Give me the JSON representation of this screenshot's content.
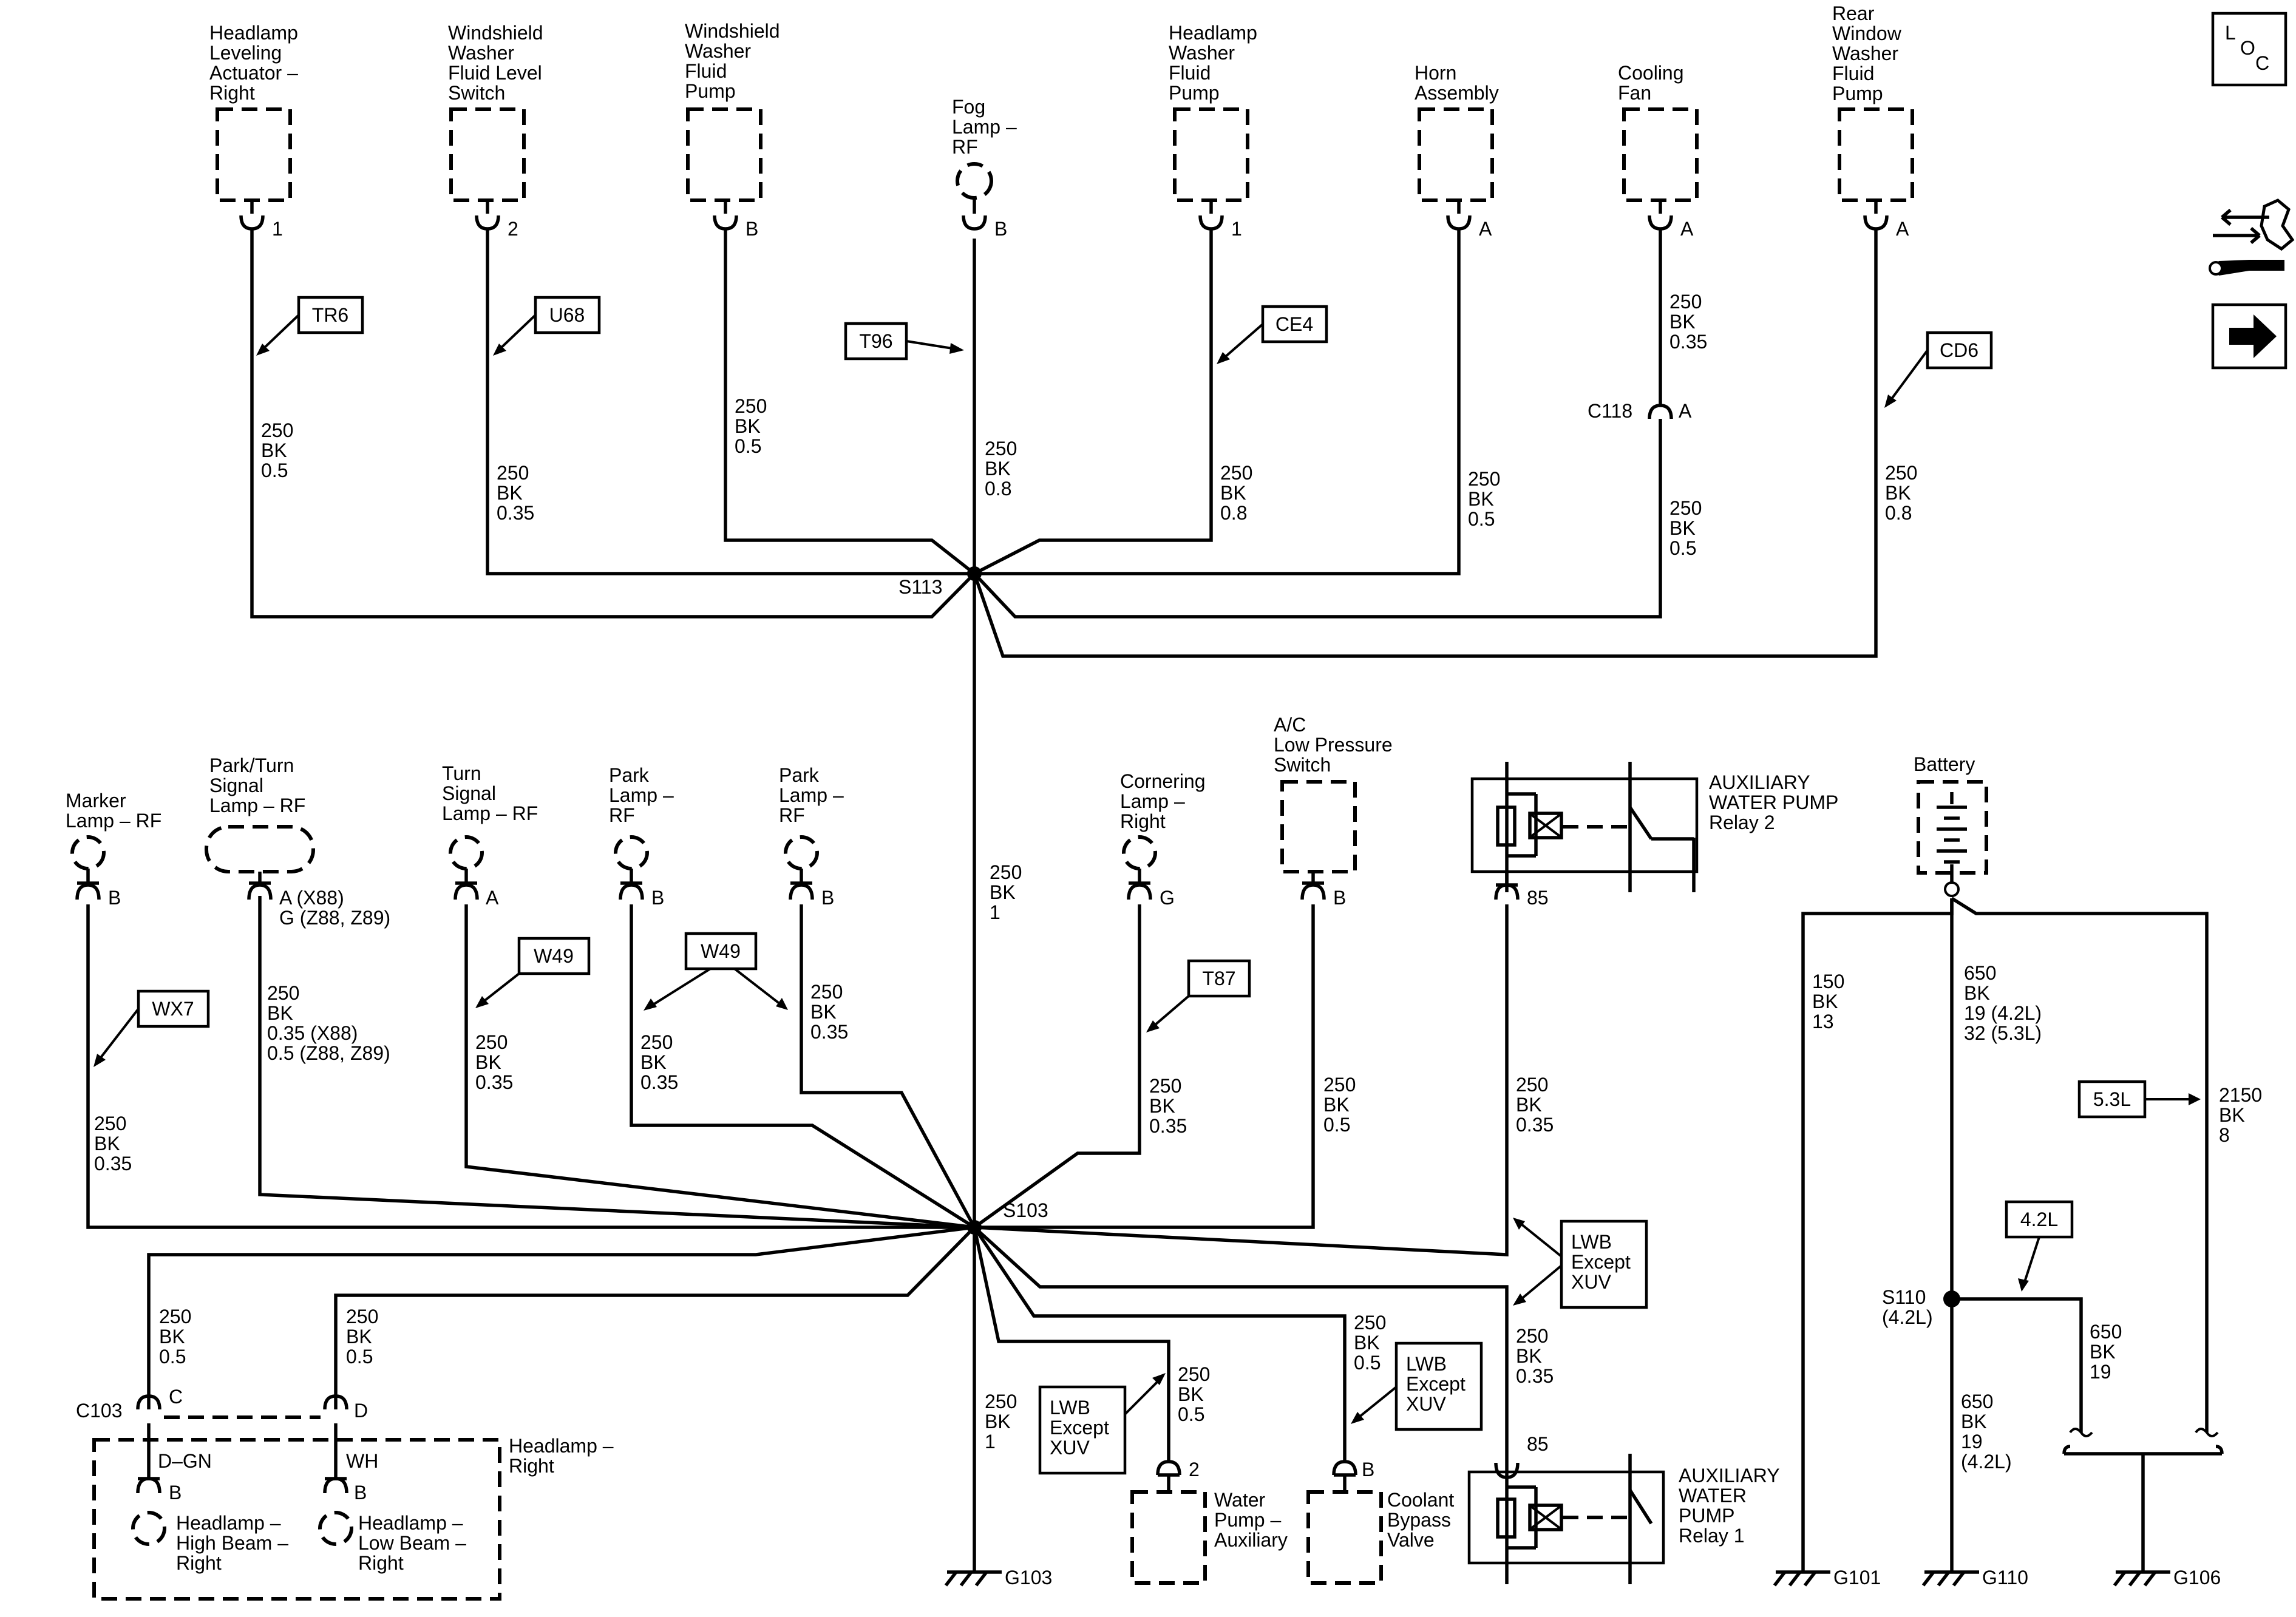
{
  "components": {
    "hl_level_actuator": "Headlamp\nLeveling\nActuator –\nRight",
    "ws_fluid_level": "Windshield\nWasher\nFluid Level\nSwitch",
    "ws_fluid_pump": "Windshield\nWasher\nFluid\nPump",
    "fog_lamp": "Fog\nLamp –\nRF",
    "hl_washer_pump": "Headlamp\nWasher\nFluid\nPump",
    "horn": "Horn\nAssembly",
    "cooling_fan": "Cooling\nFan",
    "rear_ws_pump": "Rear\nWindow\nWasher\nFluid\nPump",
    "marker_lamp": "Marker\nLamp – RF",
    "park_turn_lamp": "Park/Turn\nSignal\nLamp – RF",
    "turn_signal_lamp": "Turn\nSignal\nLamp – RF",
    "park_lamp_1": "Park\nLamp –\nRF",
    "park_lamp_2": "Park\nLamp –\nRF",
    "cornering_lamp": "Cornering\nLamp –\nRight",
    "ac_switch": "A/C\nLow Pressure\nSwitch",
    "aux_relay_2": "AUXILIARY\nWATER PUMP\nRelay 2",
    "aux_relay_1": "AUXILIARY\nWATER\nPUMP\nRelay 1",
    "battery": "Battery",
    "headlamp_right": "Headlamp –\nRight",
    "hl_high_beam": "Headlamp –\nHigh Beam –\nRight",
    "hl_low_beam": "Headlamp –\nLow Beam –\nRight",
    "water_pump_aux": "Water\nPump –\nAuxiliary",
    "coolant_valve": "Coolant\nBypass\nValve"
  },
  "pins": {
    "hl_level_actuator": "1",
    "ws_fluid_level": "2",
    "ws_fluid_pump": "B",
    "fog_lamp": "B",
    "hl_washer_pump": "1",
    "horn": "A",
    "cooling_fan": "A",
    "rear_ws_pump": "A",
    "marker_lamp": "B",
    "park_turn_lamp": "A (X88)\nG (Z88, Z89)",
    "turn_signal_lamp": "A",
    "park_lamp_1": "B",
    "park_lamp_2": "B",
    "cornering_lamp": "G",
    "ac_switch": "B",
    "aux_relay_2": "85",
    "aux_relay_1": "85",
    "c103_c": "C",
    "c103_d": "D",
    "hl_high_beam": "B",
    "hl_low_beam": "B",
    "water_pump_aux": "2",
    "coolant_valve": "B",
    "c118": "A"
  },
  "wires": {
    "hl_level_actuator": "250\nBK\n0.5",
    "ws_fluid_level": "250\nBK\n0.35",
    "ws_fluid_pump": "250\nBK\n0.5",
    "fog_lamp": "250\nBK\n0.8",
    "hl_washer_pump": "250\nBK\n0.8",
    "horn": "250\nBK\n0.5",
    "cooling_fan_upper": "250\nBK\n0.35",
    "cooling_fan_lower": "250\nBK\n0.5",
    "rear_ws_pump": "250\nBK\n0.8",
    "s113_s103": "250\nBK\n1",
    "marker_lamp": "250\nBK\n0.35",
    "park_turn_lamp": "250\nBK\n0.35 (X88)\n0.5 (Z88, Z89)",
    "turn_signal_lamp": "250\nBK\n0.35",
    "park_lamp_1": "250\nBK\n0.35",
    "park_lamp_2": "250\nBK\n0.35",
    "cornering_lamp": "250\nBK\n0.35",
    "ac_switch": "250\nBK\n0.5",
    "aux_relay_2": "250\nBK\n0.35",
    "c103_c": "250\nBK\n0.5",
    "c103_d": "250\nBK\n0.5",
    "g103": "250\nBK\n1",
    "water_pump_aux": "250\nBK\n0.5",
    "coolant_valve": "250\nBK\n0.5",
    "aux_relay_1": "250\nBK\n0.35",
    "g101": "150\nBK\n13",
    "battery_main": "650\nBK\n19 (4.2L)\n32 (5.3L)",
    "g106_53": "2150\nBK\n8",
    "s110_branch": "650\nBK\n19",
    "g110": "650\nBK\n19\n(4.2L)",
    "hl_high_color": "D–GN",
    "hl_low_color": "WH"
  },
  "options": {
    "tr6": "TR6",
    "u68": "U68",
    "t96": "T96",
    "ce4": "CE4",
    "cd6": "CD6",
    "wx7": "WX7",
    "w49a": "W49",
    "w49b": "W49",
    "t87": "T87",
    "lwb1": "LWB\nExcept\nXUV",
    "lwb2": "LWB\nExcept\nXUV",
    "lwb3": "LWB\nExcept\nXUV",
    "e53l": "5.3L",
    "e42l": "4.2L"
  },
  "splices": {
    "s113": "S113",
    "s103": "S103",
    "s110": "S110\n(4.2L)"
  },
  "connectors": {
    "c103": "C103",
    "c118": "C118"
  },
  "grounds": {
    "g103": "G103",
    "g101": "G101",
    "g110": "G110",
    "g106": "G106"
  },
  "nav": {
    "loc_l": "L",
    "loc_o": "O",
    "loc_c": "C"
  }
}
